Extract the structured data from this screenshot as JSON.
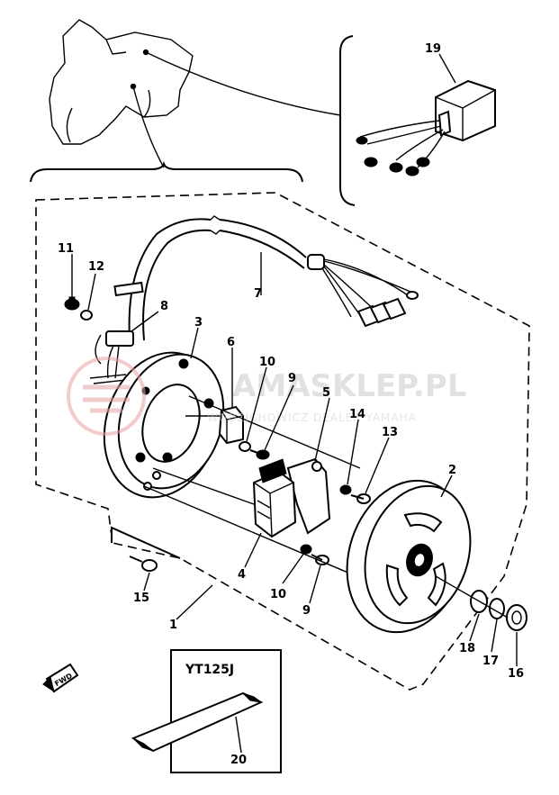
{
  "watermark": {
    "brand": "AMASKLEP.PL",
    "tagline": "WODZICHOWICZ DEALER YAMAHA",
    "logo_color": "#e9a3a3"
  },
  "callouts": [
    {
      "id": "c1",
      "label": "1"
    },
    {
      "id": "c2",
      "label": "2"
    },
    {
      "id": "c3",
      "label": "3"
    },
    {
      "id": "c4",
      "label": "4"
    },
    {
      "id": "c5",
      "label": "5"
    },
    {
      "id": "c6",
      "label": "6"
    },
    {
      "id": "c7",
      "label": "7"
    },
    {
      "id": "c8",
      "label": "8"
    },
    {
      "id": "c9a",
      "label": "9"
    },
    {
      "id": "c9b",
      "label": "9"
    },
    {
      "id": "c10a",
      "label": "10"
    },
    {
      "id": "c10b",
      "label": "10"
    },
    {
      "id": "c11",
      "label": "11"
    },
    {
      "id": "c12",
      "label": "12"
    },
    {
      "id": "c13",
      "label": "13"
    },
    {
      "id": "c14",
      "label": "14"
    },
    {
      "id": "c15",
      "label": "15"
    },
    {
      "id": "c16",
      "label": "16"
    },
    {
      "id": "c17",
      "label": "17"
    },
    {
      "id": "c18",
      "label": "18"
    },
    {
      "id": "c19",
      "label": "19"
    },
    {
      "id": "c20",
      "label": "20"
    }
  ],
  "model_box": {
    "label": "YT125J"
  },
  "direction_tag": {
    "label": "FWD"
  }
}
